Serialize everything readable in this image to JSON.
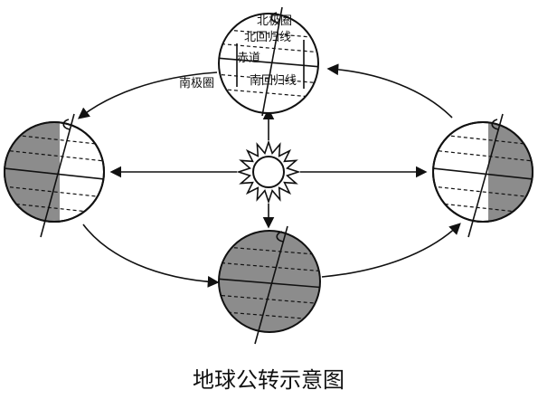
{
  "caption": "地球公转示意图",
  "labels": {
    "arctic_circle": "北极圈",
    "tropic_of_cancer": "北回归线",
    "equator": "赤道",
    "tropic_of_capricorn": "南回归线",
    "antarctic_circle": "南极圈"
  },
  "colors": {
    "stroke": "#111111",
    "night_shade": "#8c8c8c",
    "background": "#ffffff"
  }
}
